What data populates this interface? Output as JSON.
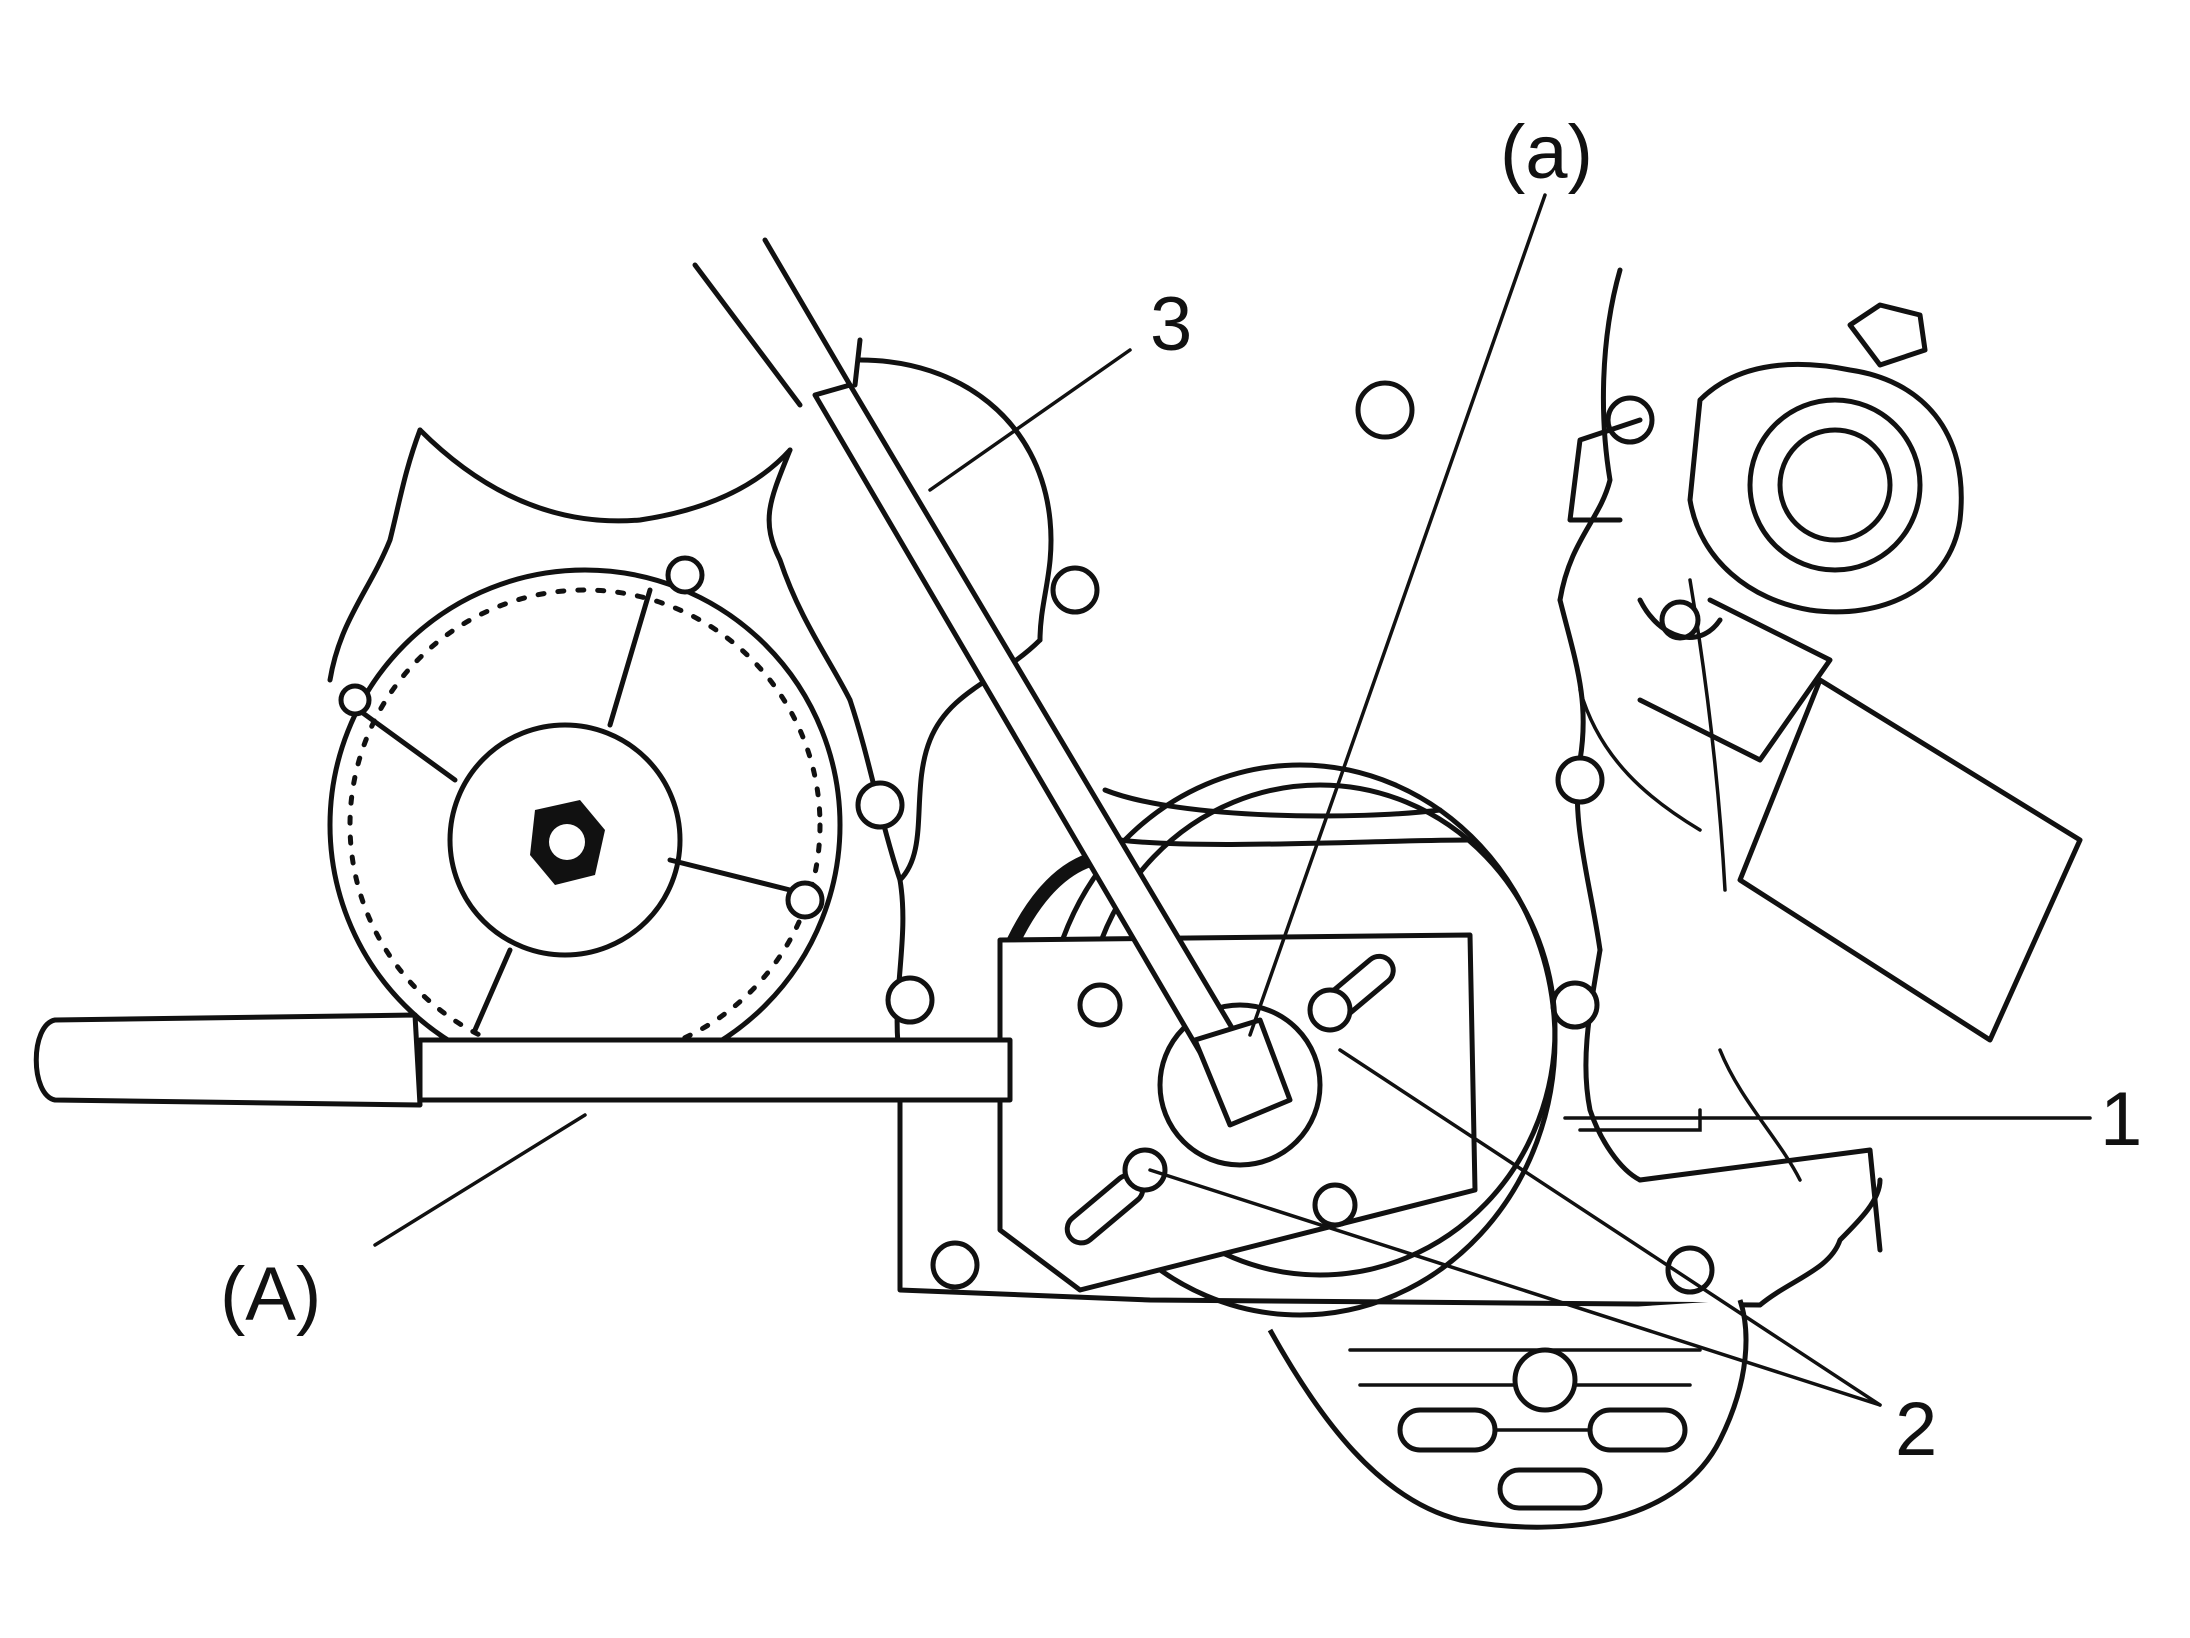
{
  "labels": {
    "a": "(a)",
    "A": "(A)",
    "n1": "1",
    "n2": "2",
    "n3": "3"
  }
}
